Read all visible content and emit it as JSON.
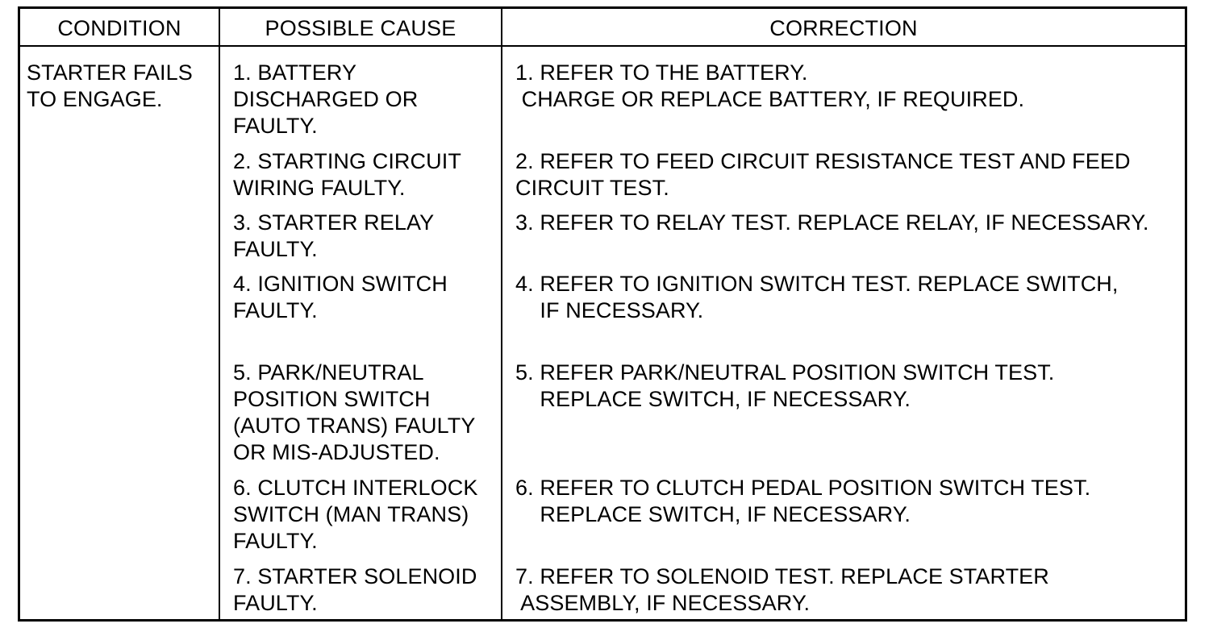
{
  "headers": {
    "condition": "CONDITION",
    "cause": "POSSIBLE CAUSE",
    "correction": "CORRECTION"
  },
  "condition": {
    "lines": [
      "STARTER FAILS",
      "TO ENGAGE."
    ]
  },
  "rows": [
    {
      "cause": [
        "1. BATTERY",
        "DISCHARGED OR",
        "FAULTY."
      ],
      "correction": [
        "1. REFER TO THE BATTERY.",
        " CHARGE OR REPLACE BATTERY, IF REQUIRED."
      ]
    },
    {
      "cause": [
        "2. STARTING CIRCUIT",
        "WIRING FAULTY."
      ],
      "correction": [
        "2. REFER TO FEED CIRCUIT RESISTANCE TEST AND FEED",
        "CIRCUIT TEST."
      ]
    },
    {
      "cause": [
        "3. STARTER RELAY",
        "FAULTY."
      ],
      "correction": [
        "3. REFER TO RELAY TEST. REPLACE RELAY, IF NECESSARY."
      ]
    },
    {
      "cause": [
        "4. IGNITION SWITCH",
        "FAULTY."
      ],
      "correction": [
        "4. REFER TO IGNITION SWITCH TEST. REPLACE SWITCH,",
        "    IF NECESSARY."
      ]
    },
    {
      "cause": [
        "5. PARK/NEUTRAL",
        "POSITION SWITCH",
        "(AUTO TRANS) FAULTY",
        "OR MIS-ADJUSTED."
      ],
      "correction": [
        "5. REFER PARK/NEUTRAL POSITION SWITCH TEST.",
        "    REPLACE SWITCH, IF NECESSARY."
      ]
    },
    {
      "cause": [
        "6. CLUTCH INTERLOCK",
        "SWITCH (MAN TRANS)",
        "FAULTY."
      ],
      "correction": [
        "6. REFER TO CLUTCH PEDAL POSITION SWITCH TEST.",
        "    REPLACE SWITCH, IF NECESSARY."
      ]
    },
    {
      "cause": [
        "7. STARTER SOLENOID",
        "FAULTY."
      ],
      "correction": [
        "7. REFER TO SOLENOID TEST. REPLACE STARTER",
        " ASSEMBLY, IF NECESSARY."
      ]
    }
  ]
}
